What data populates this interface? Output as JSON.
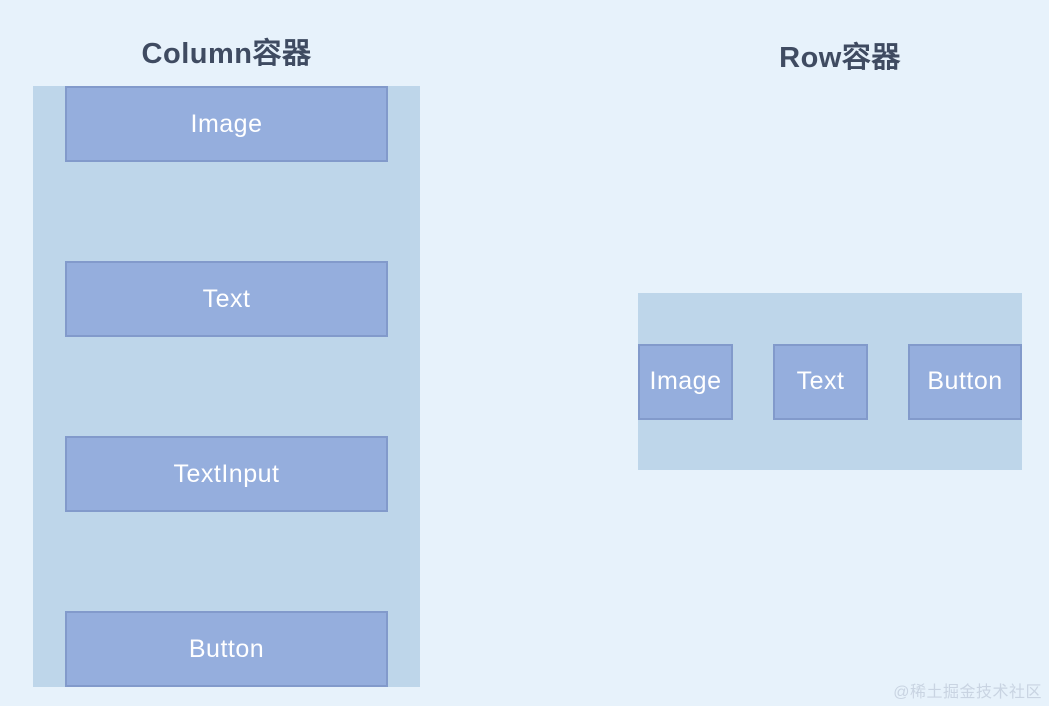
{
  "page": {
    "watermark": "@稀土掘金技术社区"
  },
  "colors": {
    "page_background": "#e7f2fb",
    "container_background": "#bed6ea",
    "box_background": "#95aedd",
    "box_border": "#8197c9",
    "title_text": "#3f4b61",
    "box_label_text": "#ffffff",
    "watermark_text": "#c9d4e2"
  },
  "column_section": {
    "title": "Column容器",
    "items": [
      {
        "label": "Image"
      },
      {
        "label": "Text"
      },
      {
        "label": "TextInput"
      },
      {
        "label": "Button"
      }
    ]
  },
  "row_section": {
    "title": "Row容器",
    "items": [
      {
        "label": "Image"
      },
      {
        "label": "Text"
      },
      {
        "label": "Button"
      }
    ]
  }
}
